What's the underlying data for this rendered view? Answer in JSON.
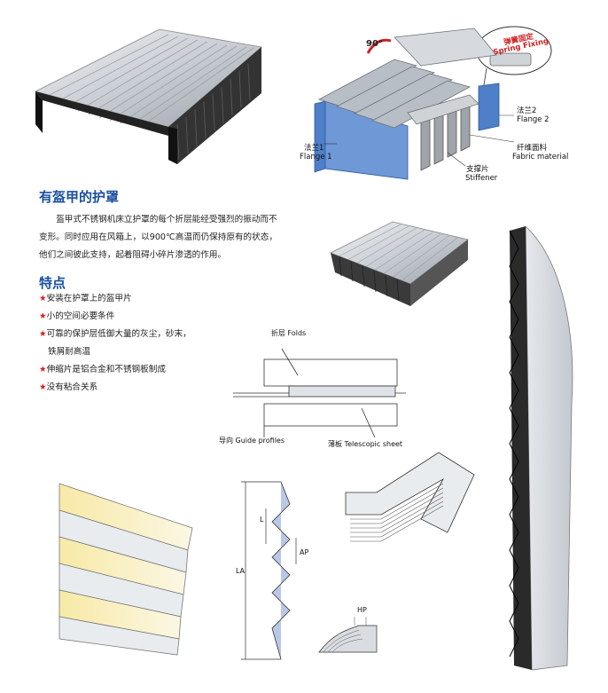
{
  "section_title": "有盔甲的护罩",
  "intro_lines": [
    "盔甲式不锈钢机床立护罩的每个折层能经受强烈的振动而不",
    "变形。同时应用在风箱上，以900℃高温而仍保持原有的状态，",
    "他们之间彼此支持，起着阻碍小碎片渗透的作用。"
  ],
  "features_title": "特点",
  "features": [
    {
      "star": "★",
      "text": "安装在护罩上的盔甲片"
    },
    {
      "star": "★",
      "text": "小的空间必要条件"
    },
    {
      "star": "★",
      "text": "可靠的保护层低御大量的灰尘，砂末，"
    },
    {
      "star": "",
      "text": "铁屑耐高温"
    },
    {
      "star": "★",
      "text": "伸缩片是铝合金和不锈钢板制成"
    },
    {
      "star": "★",
      "text": "没有粘合关系"
    }
  ],
  "diagram_top": {
    "angle": "90°",
    "spring_cn": "弹簧固定",
    "spring_en": "Spring Fixing",
    "flange2_cn": "法兰2",
    "flange2_en": "Flange 2",
    "flange1_cn": "法兰1",
    "flange1_en": "Flange 1",
    "fabric_cn": "纤维面料",
    "fabric_en": "Fabric material",
    "stiffener_cn": "支撑片",
    "stiffener_en": "Stiffener"
  },
  "diagram_section": {
    "folds": "折层 Folds",
    "guide": "导向 Guide profiles",
    "sheet": "薄板 Telescopic sheet"
  },
  "diagram_dims": {
    "l": "L",
    "ap": "AP",
    "la": "LA",
    "hp": "HP"
  },
  "colors": {
    "title_blue": "#1a4fa0",
    "star_red": "#d32020",
    "flange_blue": "#4f7fc8",
    "spring_red": "#d02020"
  }
}
